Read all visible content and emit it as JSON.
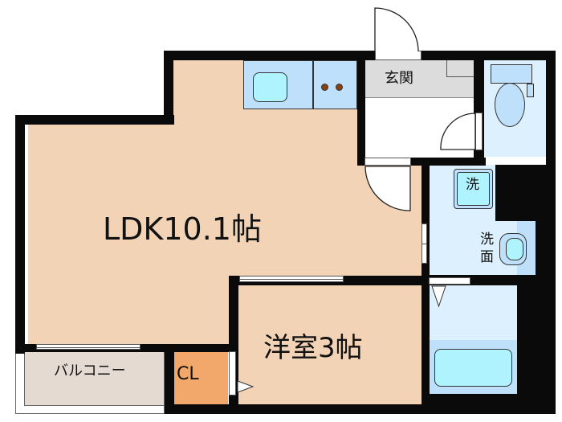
{
  "floor_plan": {
    "rooms": {
      "ldk": {
        "label": "LDK10.1帖",
        "type": "living-dining-kitchen",
        "size_jo": 10.1
      },
      "western_room": {
        "label": "洋室3帖",
        "type": "western-style-room",
        "size_jo": 3
      },
      "entrance": {
        "label": "玄関",
        "type": "entrance"
      },
      "closet": {
        "label": "CL",
        "type": "closet"
      },
      "balcony": {
        "label": "バルコニー",
        "type": "balcony"
      },
      "washroom": {
        "label": "洗面",
        "type": "washroom"
      },
      "washing_machine": {
        "label": "洗",
        "type": "washing-machine-space"
      },
      "toilet": {
        "label": "",
        "type": "toilet"
      },
      "bathroom": {
        "label": "",
        "type": "bathroom"
      }
    },
    "colors": {
      "wall": "#0a0a0a",
      "ldk_floor": "#f3d3b6",
      "entrance_floor": "#dcdcdc",
      "wet_area_floor": "#ddf0fd",
      "fixture_blue": "#bfe0fa",
      "fixture_cyan": "#aef3fd",
      "balcony_floor": "#e4dad1",
      "closet_floor": "#f1a86a",
      "stove_burner": "#8a3f0c"
    }
  }
}
